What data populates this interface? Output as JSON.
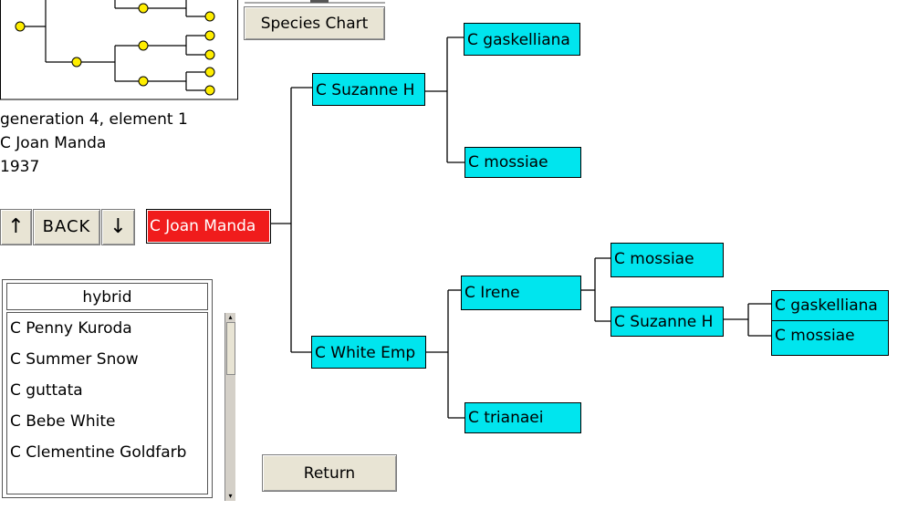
{
  "species_chart_label": "Species Chart",
  "info": {
    "line1": "generation 4,  element  1",
    "line2": "C Joan Manda",
    "line3": "1937"
  },
  "nav": {
    "up_symbol": "↑",
    "back_label": "BACK",
    "down_symbol": "↓"
  },
  "tree": {
    "root": "C Joan Manda",
    "gen2": [
      "C Suzanne H",
      "C White Emp"
    ],
    "gen3": [
      "C gaskelliana",
      "C mossiae",
      "C Irene",
      "C trianaei"
    ],
    "gen4": [
      "C mossiae",
      "C Suzanne H"
    ],
    "gen5": [
      "C gaskelliana",
      "C mossiae"
    ]
  },
  "list": {
    "header": "hybrid",
    "items": [
      "C Penny Kuroda",
      "C Summer Snow",
      "C guttata",
      "C Bebe White",
      "C Clementine Goldfarb"
    ]
  },
  "return_label": "Return",
  "colors": {
    "node_fill": "#00e5ee",
    "selected_fill": "#f01c1c",
    "mini_node_fill": "#ffee00",
    "button_face": "#e8e4d4"
  }
}
